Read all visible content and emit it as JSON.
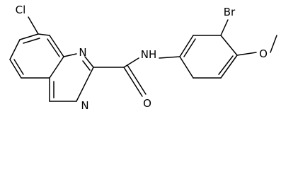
{
  "molecule": {
    "atoms": {
      "cl": "Cl",
      "n1": "N",
      "n3": "N",
      "nh": "NH",
      "o_carbonyl": "O",
      "br": "Br",
      "o_methoxy": "O"
    },
    "colors": {
      "bond": "#000000",
      "label": "#000000",
      "background": "#ffffff"
    }
  }
}
